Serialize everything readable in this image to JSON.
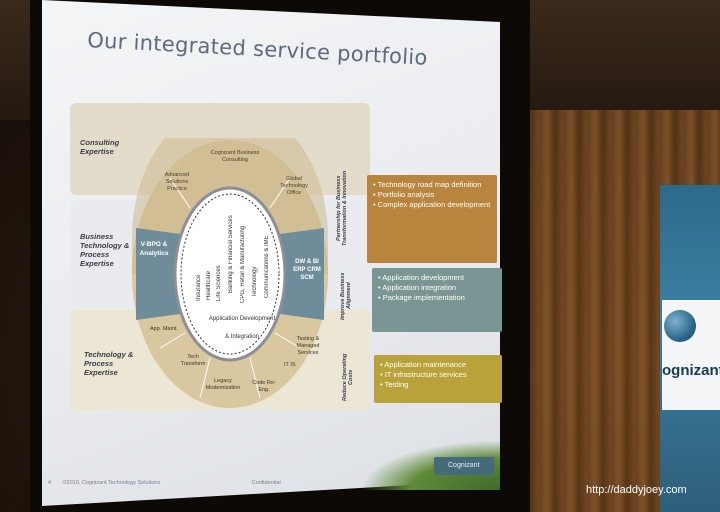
{
  "slide": {
    "title": "Our integrated service portfolio",
    "bands": [
      {
        "label": "Consulting Expertise"
      },
      {
        "label": "Business Technology & Process Expertise"
      },
      {
        "label": "Technology & Process Expertise"
      }
    ],
    "wheel": {
      "top_segments": [
        "Advanced Solutions Practice",
        "Cognizant Business Consulting",
        "Global Technology Office"
      ],
      "left_segment": "V-BPO & Analytics",
      "right_segment": "DW & BI ERP CRM SCM",
      "bottom_segments": [
        "App. Maint.",
        "Tech Transform",
        "Legacy Modernization",
        "Code Re-Eng.",
        "IT IS",
        "Testing & Managed Services"
      ],
      "verticals": [
        "Insurance",
        "Healthcare",
        "Life Sciences",
        "Banking & Financial Services",
        "CPG, Retail & Manufacturing",
        "Technology",
        "Communications & IME"
      ],
      "center_line1": "Application Development",
      "center_line2": "& Integration"
    },
    "side_labels": [
      "Partnership for Business Transformation & Innovation",
      "Improve Business Alignment",
      "Reduce Operating Costs"
    ],
    "boxes": [
      {
        "color": "#b8843e",
        "items": [
          "• Technology road map definition",
          "• Portfolio analysis",
          "• Complex application development"
        ]
      },
      {
        "color": "#7a9694",
        "items": [
          "• Application development",
          "• Application integration",
          "• Package implementation"
        ]
      },
      {
        "color": "#b9a23a",
        "items": [
          "• Application maintenance",
          "• IT infrastructure services",
          "• Testing"
        ]
      }
    ],
    "footer": {
      "page": "4",
      "copyright": "©2010, Cognizant Technology Solutions",
      "confidential": "Confidential"
    },
    "logo_text": "Cognizant"
  },
  "banner_text": "ognizant",
  "watermark": "http://daddyjoey.com",
  "colors": {
    "slide_bg": "#eef0f3",
    "title": "#5d6b7a",
    "wheel_outer": "#d9c79f",
    "wheel_left_right": "#6f8c9a"
  }
}
